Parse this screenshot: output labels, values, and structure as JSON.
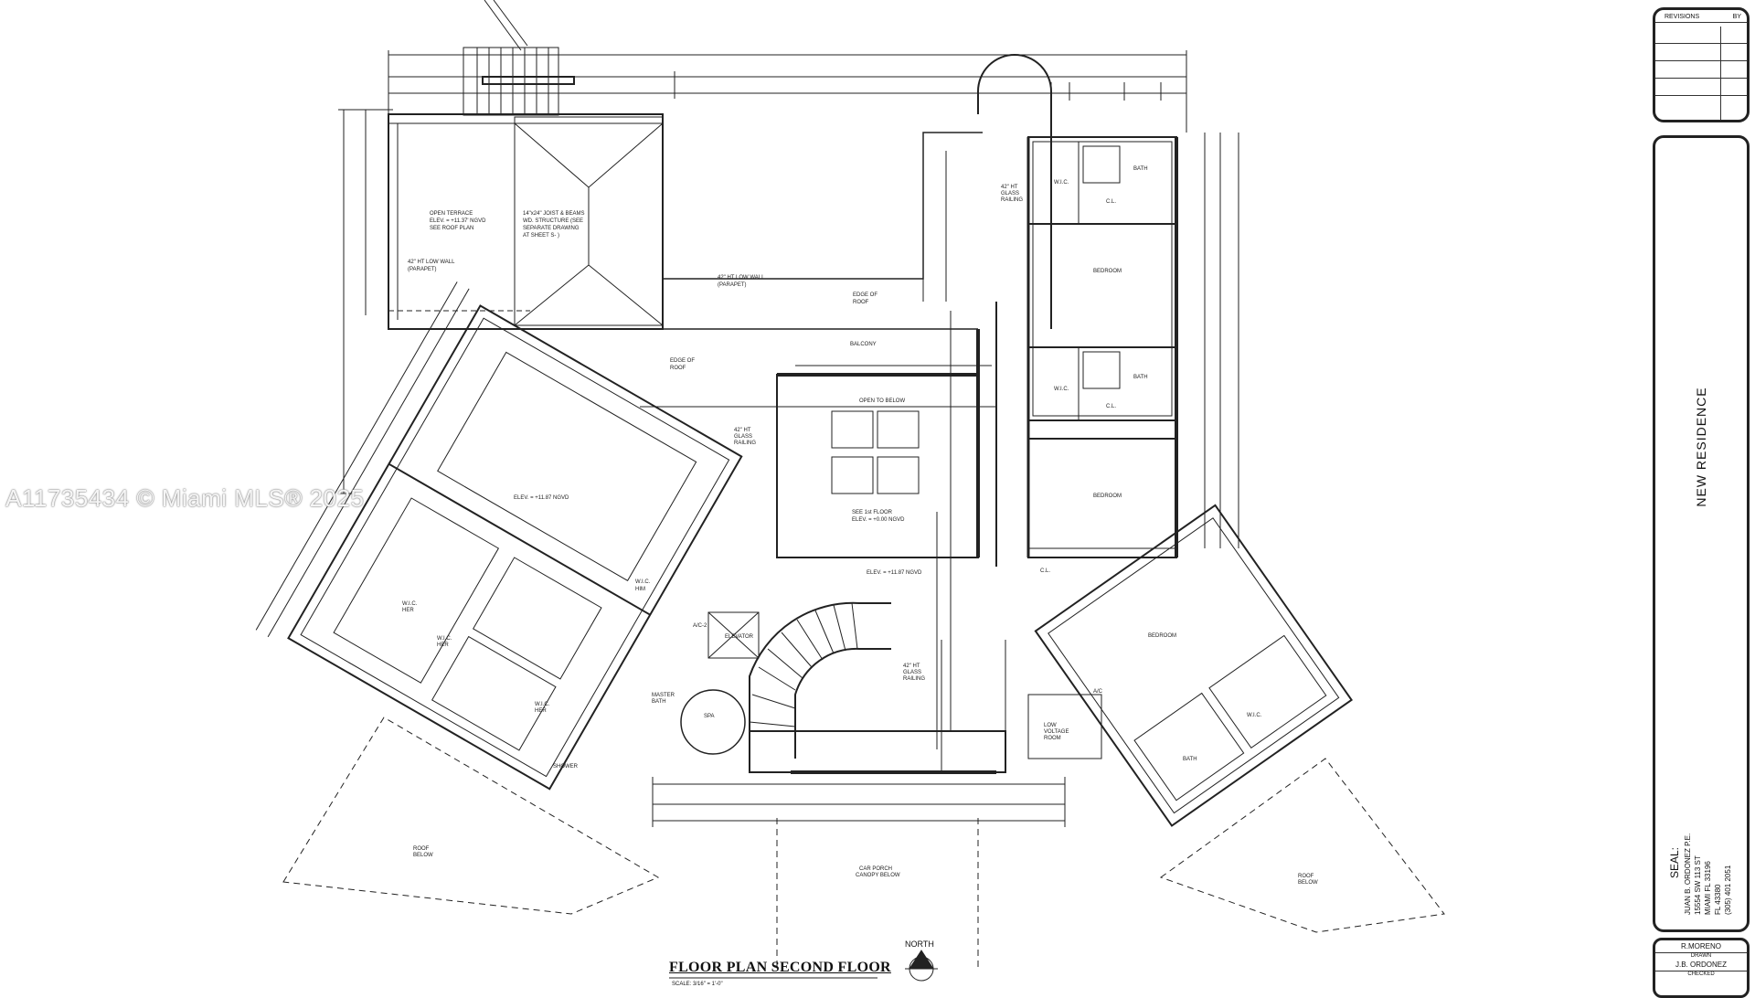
{
  "watermark": "A11735434 © Miami MLS® 2025",
  "title_block": {
    "revisions_label": "REVISIONS",
    "by_label": "BY",
    "project_name": "NEW RESIDENCE",
    "seal_label": "SEAL:",
    "engineer": {
      "name": "JUAN B. ORDONEZ P.E.",
      "address": "15554 SW 113 ST",
      "city": "MIAMI FL 33196",
      "license": "FL 43380",
      "phone": "(305) 401 2051"
    },
    "drawn_by": "R.MORENO",
    "drawn_label": "DRAWN",
    "checked_by": "J.B. ORDONEZ",
    "checked_label": "CHECKED"
  },
  "plan": {
    "title": "FLOOR PLAN SECOND FLOOR",
    "scale": "SCALE: 3/16\" = 1'-0\"",
    "north": "NORTH"
  },
  "labels": {
    "open_terrace": "OPEN TERRACE",
    "open_terrace_elev": "ELEV. = +11.37' NGVD",
    "see_roof_plan": "SEE ROOF PLAN",
    "joist": "14\"x24\" JOIST & BEAMS",
    "joist2": "WD. STRUCTURE (SEE",
    "joist3": "SEPARATE DRAWING",
    "joist4": "AT SHEET S-  )",
    "low_wall_1": "42\" HT LOW WALL",
    "parapet_1": "(PARAPET)",
    "low_wall_2": "42\" HT LOW WALL",
    "parapet_2": "(PARAPET)",
    "edge_of_roof_1": "EDGE OF",
    "edge_of_roof_1b": "ROOF",
    "edge_of_roof_2": "EDGE OF",
    "edge_of_roof_2b": "ROOF",
    "balcony": "BALCONY",
    "open_to_below": "OPEN TO BELOW",
    "see_1st_floor": "SEE 1st FLOOR",
    "elev_000": "ELEV. = +0.00 NGVD",
    "elev_1187_a": "ELEV. = +11.87 NGVD",
    "elev_1187_b": "ELEV. = +11.87 NGVD",
    "glass_railing_1": "42\" HT",
    "glass_railing_1b": "GLASS",
    "glass_railing_1c": "RAILING",
    "glass_railing_2": "42\" HT",
    "glass_railing_2b": "GLASS",
    "glass_railing_2c": "RAILING",
    "glass_railing_3": "42\" HT",
    "glass_railing_3b": "GLASS",
    "glass_railing_3c": "RAILING",
    "wic_1": "W.I.C.",
    "bath_1": "BATH",
    "cl_1": "C.L.",
    "bedroom_1": "BEDROOM",
    "wic_2": "W.I.C.",
    "bath_2": "BATH",
    "cl_2": "C.L.",
    "bedroom_2": "BEDROOM",
    "cl_3": "C.L.",
    "bedroom_3": "BEDROOM",
    "ac_1": "A/C",
    "low_voltage": "LOW",
    "low_voltage2": "VOLTAGE",
    "low_voltage3": "ROOM",
    "bath_3": "BATH",
    "wic_3": "W.I.C.",
    "wic_him": "W.I.C.",
    "wic_him2": "HIM",
    "ac_2": "A/C-2",
    "elevator": "ELEVATOR",
    "wic_her_1": "W.I.C.",
    "wic_her_1b": "HER",
    "wic_her_2": "W.I.C.",
    "wic_her_2b": "HER",
    "wic_her_3": "W.I.C.",
    "wic_her_3b": "HER",
    "master_bath": "MASTER",
    "master_bath2": "BATH",
    "spa": "SPA",
    "shower": "SHOWER",
    "car_porch": "CAR PORCH",
    "car_porch2": "CANOPY BELOW",
    "roof_below_1": "ROOF",
    "roof_below_1b": "BELOW",
    "roof_below_2": "ROOF",
    "roof_below_2b": "BELOW"
  }
}
